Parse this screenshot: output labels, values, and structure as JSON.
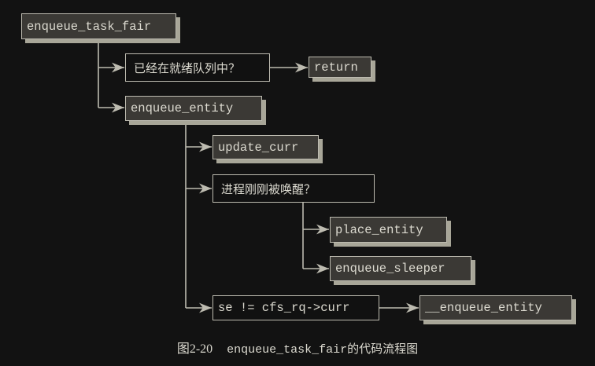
{
  "nodes": {
    "enqueue_task_fair": "enqueue_task_fair",
    "already_queued": "已经在就绪队列中？",
    "return": "return",
    "enqueue_entity": "enqueue_entity",
    "update_curr": "update_curr",
    "just_woken": "进程刚刚被唤醒？",
    "place_entity": "place_entity",
    "enqueue_sleeper": "enqueue_sleeper",
    "se_not_curr": "se != cfs_rq->curr",
    "__enqueue_entity": "__enqueue_entity"
  },
  "caption": {
    "number": "图2-20",
    "text": "enqueue_task_fair的代码流程图"
  },
  "colors": {
    "background": "#121212",
    "function_box": "#3b3935",
    "shadow": "#a8a698",
    "line": "#bdbbb0"
  }
}
